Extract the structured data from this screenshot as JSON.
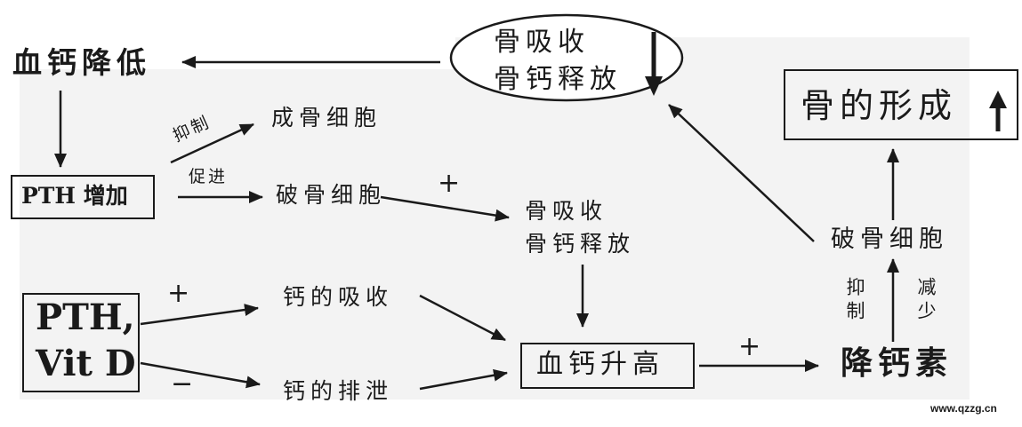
{
  "diagram": {
    "nodes": {
      "ca_decrease": "血钙降低",
      "pth_increase": "PTH 增加",
      "osteoblast_top": "成骨细胞",
      "osteoclast_mid": "破骨细胞",
      "bone_resorb_oval_1": "骨吸收",
      "bone_resorb_oval_2": "骨钙释放",
      "bone_resorb_mid_1": "骨吸收",
      "bone_resorb_mid_2": "骨钙释放",
      "pth_vitd_1": "PTH,",
      "pth_vitd_2": "Vit D",
      "ca_absorb": "钙的吸收",
      "ca_excrete": "钙的排泄",
      "ca_increase": "血钙升高",
      "calcitonin": "降钙素",
      "osteoclast_right": "破骨细胞",
      "bone_formation": "骨的形成"
    },
    "edge_labels": {
      "inhibit_top": "抑制",
      "promote": "促进",
      "plus_osteoclast": "+",
      "plus_absorb": "+",
      "minus_excrete": "−",
      "plus_calcitonin": "+",
      "inhibit_right": "抑制",
      "reduce_right": "减少"
    },
    "watermark": "www.qzzg.cn",
    "colors": {
      "ink": "#1a1a1a",
      "paper": "#f3f3f3",
      "background": "#ffffff"
    }
  }
}
